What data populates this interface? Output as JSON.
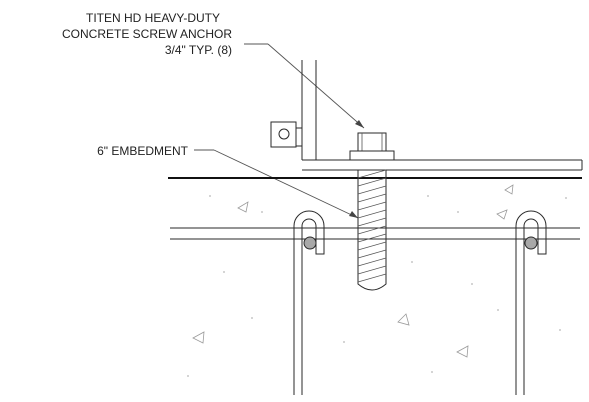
{
  "labels": {
    "anchor_line1": "TITEN HD HEAVY-DUTY",
    "anchor_line2": "CONCRETE SCREW ANCHOR",
    "anchor_line3": "3/4\" TYP. (8)",
    "embedment": "6\" EMBEDMENT"
  },
  "colors": {
    "linework": "#2a2a2a",
    "rebar_fill": "#a8a8a8",
    "background": "#ffffff"
  }
}
